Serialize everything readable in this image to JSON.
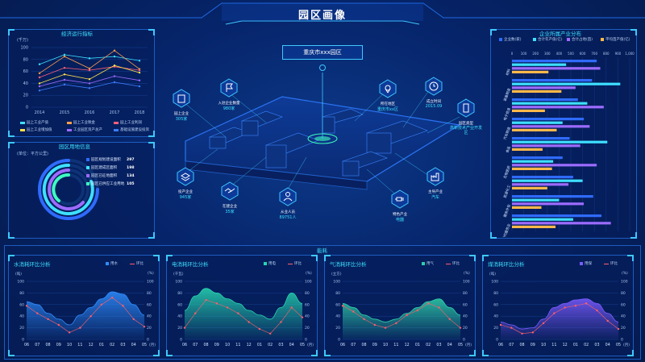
{
  "page_title": "园区画像",
  "center_label": "重庆市xxx园区",
  "econ_panel": {
    "title": "经济运行指标",
    "unit": "(千万)",
    "y_ticks": [
      "100",
      "80",
      "60",
      "40",
      "20",
      "0"
    ],
    "legend": [
      "园上工业产值",
      "园上工业税金",
      "园上工业利润",
      "园上工业增加值",
      "工业园区资产总产",
      "基础设施建设投资"
    ]
  },
  "land_panel": {
    "title": "园区用地信息",
    "unit": "(单位：平方公里)",
    "rows": [
      {
        "label": "园区规划建设面积",
        "value": "297",
        "color": "#2f6bff"
      },
      {
        "label": "园区建成区面积",
        "value": "198",
        "color": "#3ee0ff"
      },
      {
        "label": "园区已征地面积",
        "value": "134",
        "color": "#9c6bff"
      },
      {
        "label": "园区已供应工业用地",
        "value": "105",
        "color": "#3effc0"
      }
    ]
  },
  "industry_panel": {
    "title": "企业所属产业分布",
    "legend": [
      "企业数(家)",
      "合计年产值(亿)",
      "合计占地(亩)",
      "平均亩产值(亿)"
    ],
    "x_ticks": [
      "0",
      "100",
      "200",
      "300",
      "400",
      "500",
      "600",
      "700",
      "800",
      "900",
      "1,000"
    ],
    "categories": [
      "材料",
      "装备制造",
      "电子信息",
      "汽车制造",
      "食品",
      "生物医药",
      "能源化工",
      "服务外包",
      "现代服务业"
    ]
  },
  "map_nodes": {
    "enterprises": {
      "label": "园上企业",
      "value": "305家"
    },
    "settled": {
      "label": "入驻企业数量",
      "value": "980家"
    },
    "location": {
      "label": "所在地区",
      "value": "重庆市xx区"
    },
    "established": {
      "label": "成立时间",
      "value": "2015.09"
    },
    "category": {
      "label": "园区类型",
      "value": "高新技术产业开发区"
    },
    "main_industry": {
      "label": "主导产业",
      "value": "汽车"
    },
    "special_industry": {
      "label": "特色产业",
      "value": "电器"
    },
    "employees": {
      "label": "从业人员",
      "value": "89751人"
    },
    "key_projects": {
      "label": "在建企业",
      "value": "35家"
    },
    "production": {
      "label": "投产企业",
      "value": "945家"
    }
  },
  "energy_section_title": "能耗",
  "months": [
    "06",
    "07",
    "08",
    "09",
    "10",
    "11",
    "12",
    "01",
    "02",
    "03",
    "04",
    "05"
  ],
  "energy_panels": [
    {
      "title": "水消耗环比分析",
      "unit_left": "(吨)",
      "unit_right": "(%)",
      "legend_a": "用水",
      "legend_b": "环比",
      "color": "#2f8dff"
    },
    {
      "title": "电消耗环比分析",
      "unit_left": "(千瓦)",
      "unit_right": "(%)",
      "legend_a": "用电",
      "legend_b": "环比",
      "color": "#27d6b0"
    },
    {
      "title": "气消耗环比分析",
      "unit_left": "(立方)",
      "unit_right": "(%)",
      "legend_a": "用气",
      "legend_b": "环比",
      "color": "#2fcfa8"
    },
    {
      "title": "煤消耗环比分析",
      "unit_left": "(吨)",
      "unit_right": "(%)",
      "legend_a": "用煤",
      "legend_b": "环比",
      "color": "#7a5bff"
    }
  ],
  "energy_y_ticks": [
    "100",
    "80",
    "60",
    "40",
    "20",
    "0"
  ],
  "year_ticks": [
    "2014",
    "2015",
    "2016",
    "2017",
    "2018"
  ],
  "month_suffix": "(月)",
  "chart_data": [
    {
      "type": "line",
      "title": "经济运行指标",
      "x": [
        "2014",
        "2015",
        "2016",
        "2017",
        "2018"
      ],
      "ylim": [
        0,
        100
      ],
      "series": [
        {
          "name": "园上工业产值",
          "values": [
            72,
            88,
            82,
            85,
            78
          ],
          "color": "#3ee0ff"
        },
        {
          "name": "园上工业税金",
          "values": [
            57,
            85,
            65,
            95,
            64
          ],
          "color": "#ff9f4a"
        },
        {
          "name": "园上工业利润",
          "values": [
            50,
            66,
            62,
            68,
            62
          ],
          "color": "#ff5f7a"
        },
        {
          "name": "园上工业增加值",
          "values": [
            40,
            55,
            47,
            70,
            58
          ],
          "color": "#ffe04a"
        },
        {
          "name": "工业园区资产总产",
          "values": [
            35,
            46,
            40,
            52,
            45
          ],
          "color": "#9c6bff"
        },
        {
          "name": "基础设施建设投资",
          "values": [
            28,
            38,
            32,
            42,
            35
          ],
          "color": "#3e7bff"
        }
      ]
    },
    {
      "type": "bar",
      "title": "企业所属产业分布",
      "categories": [
        "材料",
        "装备制造",
        "电子信息",
        "汽车制造",
        "食品",
        "生物医药",
        "能源化工",
        "服务外包",
        "现代服务业"
      ],
      "xlim": [
        0,
        1000
      ],
      "series": [
        {
          "name": "企业数(家)",
          "values": [
            720,
            680,
            560,
            610,
            490,
            430,
            520,
            690,
            760
          ],
          "color": "#2f6bff"
        },
        {
          "name": "合计年产值(亿)",
          "values": [
            460,
            920,
            640,
            430,
            810,
            350,
            600,
            400,
            520
          ],
          "color": "#3ee0ff"
        },
        {
          "name": "合计占地(亩)",
          "values": [
            750,
            540,
            780,
            660,
            580,
            720,
            480,
            610,
            840
          ],
          "color": "#9c6bff"
        },
        {
          "name": "平均亩产值(亿)",
          "values": [
            310,
            420,
            280,
            380,
            260,
            340,
            300,
            250,
            370
          ],
          "color": "#ffb84a"
        }
      ]
    },
    {
      "type": "area",
      "title": "水消耗环比分析",
      "x": [
        "06",
        "07",
        "08",
        "09",
        "10",
        "11",
        "12",
        "01",
        "02",
        "03",
        "04",
        "05"
      ],
      "ylim": [
        0,
        100
      ],
      "series": [
        {
          "name": "用水",
          "values": [
            65,
            60,
            45,
            35,
            25,
            42,
            55,
            70,
            82,
            78,
            60,
            42
          ]
        },
        {
          "name": "环比",
          "values": [
            58,
            45,
            35,
            25,
            12,
            20,
            40,
            60,
            72,
            58,
            35,
            22
          ]
        }
      ]
    },
    {
      "type": "area",
      "title": "电消耗环比分析",
      "x": [
        "06",
        "07",
        "08",
        "09",
        "10",
        "11",
        "12",
        "01",
        "02",
        "03",
        "04",
        "05"
      ],
      "ylim": [
        0,
        100
      ],
      "series": [
        {
          "name": "用电",
          "values": [
            50,
            75,
            88,
            80,
            70,
            62,
            50,
            42,
            35,
            55,
            80,
            62
          ]
        },
        {
          "name": "环比",
          "values": [
            20,
            45,
            68,
            62,
            55,
            45,
            30,
            18,
            10,
            30,
            55,
            38
          ]
        }
      ]
    },
    {
      "type": "area",
      "title": "气消耗环比分析",
      "x": [
        "06",
        "07",
        "08",
        "09",
        "10",
        "11",
        "12",
        "01",
        "02",
        "03",
        "04",
        "05"
      ],
      "ylim": [
        0,
        100
      ],
      "series": [
        {
          "name": "用气",
          "values": [
            62,
            55,
            42,
            35,
            30,
            35,
            45,
            55,
            65,
            70,
            55,
            42
          ]
        },
        {
          "name": "环比",
          "values": [
            58,
            48,
            35,
            25,
            20,
            28,
            42,
            50,
            62,
            55,
            35,
            20
          ]
        }
      ]
    },
    {
      "type": "area",
      "title": "煤消耗环比分析",
      "x": [
        "06",
        "07",
        "08",
        "09",
        "10",
        "11",
        "12",
        "01",
        "02",
        "03",
        "04",
        "05"
      ],
      "ylim": [
        0,
        100
      ],
      "series": [
        {
          "name": "用煤",
          "values": [
            30,
            25,
            18,
            20,
            35,
            55,
            62,
            68,
            70,
            62,
            45,
            30
          ]
        },
        {
          "name": "环比",
          "values": [
            25,
            20,
            10,
            12,
            28,
            45,
            55,
            58,
            62,
            50,
            32,
            18
          ]
        }
      ]
    }
  ]
}
